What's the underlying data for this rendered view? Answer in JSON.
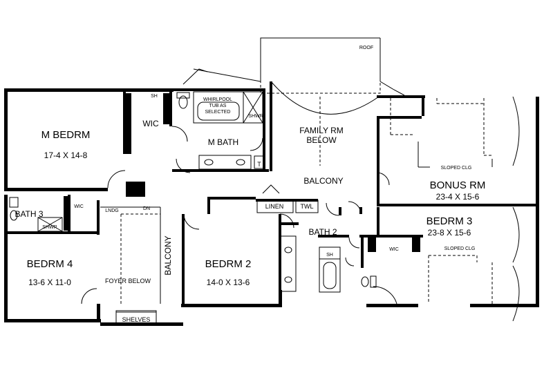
{
  "rooms": {
    "m_bedrm": {
      "name": "M BEDRM",
      "size": "17-4 X 14-8"
    },
    "wic_master": "WIC",
    "sh_master": "SH",
    "whirlpool_line1": "WHIRLPOOL",
    "whirlpool_line2": "TUB AS",
    "whirlpool_line3": "SELECTED",
    "shwr_master": "SHWR",
    "m_bath": "M BATH",
    "t": "T",
    "family_rm_line1": "FAMILY RM",
    "family_rm_line2": "BELOW",
    "roof": "ROOF",
    "balcony_top": "BALCONY",
    "bonus_rm": {
      "name": "BONUS RM",
      "size": "23-4 X 15-6"
    },
    "sloped_clg_1": "SLOPED CLG",
    "bath3": "BATH 3",
    "shwr_bath3": "SHWR",
    "shelves_side": "SHELVES",
    "wic_bath3": "WIC",
    "lndg": "LNDG",
    "dn": "DN",
    "linen": "LINEN",
    "twl": "TWL",
    "bath2": "BATH 2",
    "bedrm3": {
      "name": "BEDRM 3",
      "size": "23-8 X 15-6"
    },
    "sloped_clg_2": "SLOPED CLG",
    "bedrm4": {
      "name": "BEDRM 4",
      "size": "13-6 X 11-0"
    },
    "foyer_below": "FOYER BELOW",
    "balcony_side": "BALCONY",
    "bedrm2": {
      "name": "BEDRM 2",
      "size": "14-0 X 13-6"
    },
    "sh_bath2": "SH",
    "wic_bedrm3": "WIC",
    "shelves_bottom": "SHELVES"
  }
}
